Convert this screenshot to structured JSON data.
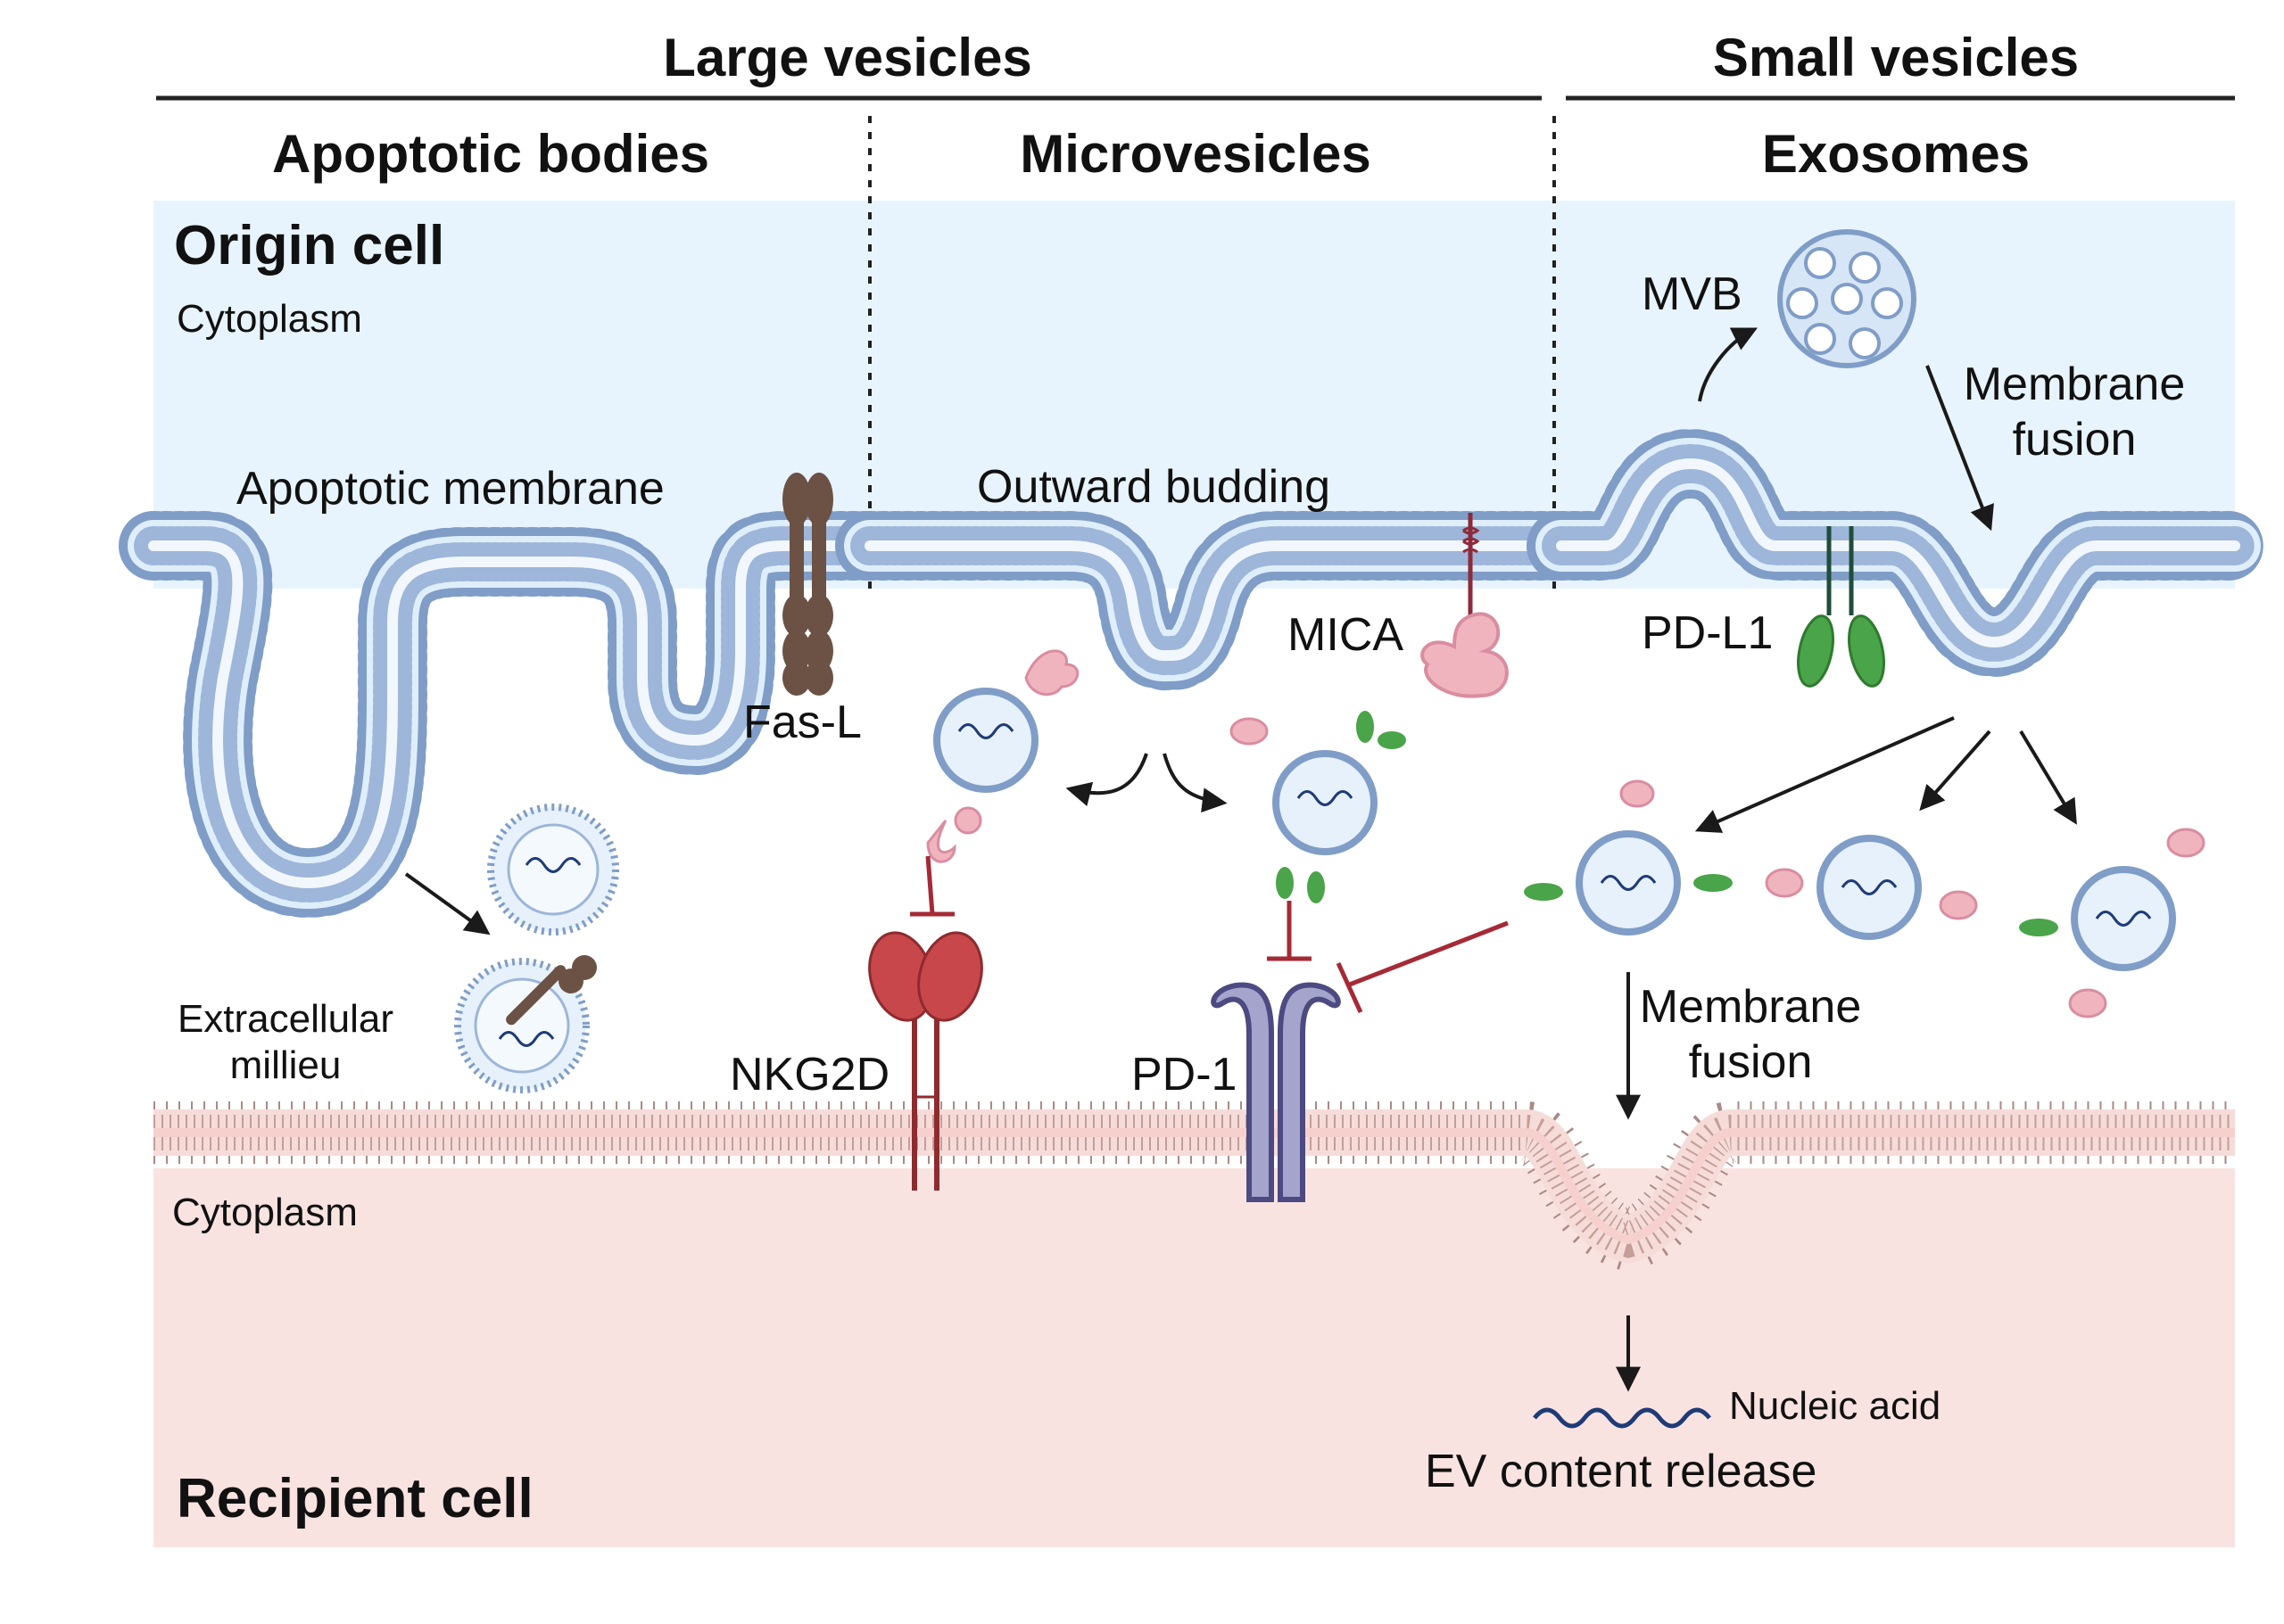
{
  "headers": {
    "large": "Large vesicles",
    "small": "Small vesicles"
  },
  "columns": {
    "apoptotic": "Apoptotic bodies",
    "micro": "Microvesicles",
    "exo": "Exosomes"
  },
  "origin": {
    "title": "Origin cell",
    "cytoplasm": "Cytoplasm"
  },
  "recipient": {
    "title": "Recipient cell",
    "cytoplasm": "Cytoplasm"
  },
  "labels": {
    "apoptotic_membrane": "Apoptotic membrane",
    "outward_budding": "Outward budding",
    "fas_l": "Fas-L",
    "mica": "MICA",
    "mvb": "MVB",
    "membrane_fusion_1": "Membrane\nfusion",
    "membrane_fusion_2": "Membrane\nfusion",
    "pd_l1": "PD-L1",
    "extracellular": "Extracellular\nmillieu",
    "nkg2d": "NKG2D",
    "pd_1": "PD-1",
    "nucleic_acid": "Nucleic acid",
    "ev_release": "EV content release"
  },
  "colors": {
    "origin_bg": "#e8f4fd",
    "recipient_bg": "#f9e3e1",
    "membrane_blue": "#7f9dc7",
    "membrane_pink": "#a98a85",
    "nkg2d": "#c8474b",
    "pd1": "#a5a4cc",
    "pdl1": "#4aa44a",
    "mica": "#f0b4bf",
    "fasl": "#6b5244",
    "inhibit": "#a52a36"
  }
}
